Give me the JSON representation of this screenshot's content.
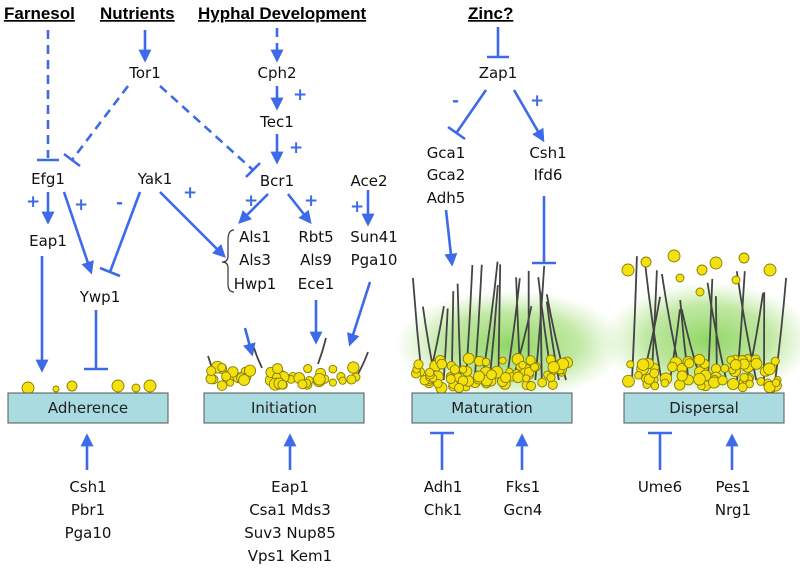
{
  "headers": {
    "farnesol": "Farnesol",
    "nutrients": "Nutrients",
    "hyphal": "Hyphal Development",
    "zinc": "Zinc?"
  },
  "genes": {
    "tor1": "Tor1",
    "cph2": "Cph2",
    "tec1": "Tec1",
    "zap1": "Zap1",
    "efg1": "Efg1",
    "yak1": "Yak1",
    "bcr1": "Bcr1",
    "ace2": "Ace2",
    "eap1": "Eap1",
    "ywp1": "Ywp1",
    "als1": "Als1",
    "als3": "Als3",
    "hwp1": "Hwp1",
    "rbt5": "Rbt5",
    "als9": "Als9",
    "ece1": "Ece1",
    "sun41": "Sun41",
    "pga10_top": "Pga10",
    "gca1": "Gca1",
    "gca2": "Gca2",
    "adh5": "Adh5",
    "csh1_top": "Csh1",
    "ifd6": "Ifd6"
  },
  "stages": {
    "adherence": "Adherence",
    "initiation": "Initiation",
    "maturation": "Maturation",
    "dispersal": "Dispersal"
  },
  "bottom": {
    "adherence": [
      "Csh1",
      "Pbr1",
      "Pga10"
    ],
    "initiation": [
      "Eap1",
      "Csa1 Mds3",
      "Suv3 Nup85",
      "Vps1 Kem1"
    ],
    "maturation_inhib": [
      "Adh1",
      "Chk1"
    ],
    "maturation_act": [
      "Fks1",
      "Gcn4"
    ],
    "dispersal_inhib": [
      "Ume6"
    ],
    "dispersal_act": [
      "Pes1",
      "Nrg1"
    ]
  },
  "signs": {
    "plus": "+",
    "minus": "-"
  },
  "colors": {
    "arrow": "#3d6ae8",
    "stage_bar": "#a9dbe0",
    "cell": "#f2e10f",
    "matrix_glow": "#7dcf4a"
  }
}
